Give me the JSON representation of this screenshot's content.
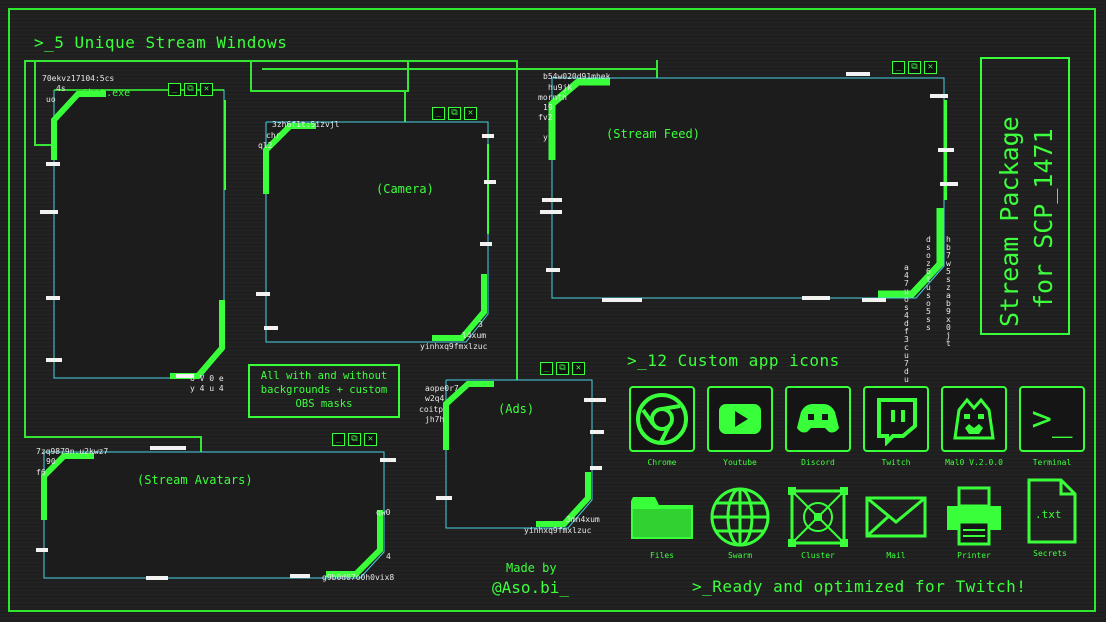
{
  "headings": {
    "windows": ">_5 Unique Stream Windows",
    "icons": ">_12 Custom app icons",
    "ready": ">_Ready and optimized for Twitch!"
  },
  "title": {
    "line1": "Stream Package",
    "line2": "for SCP_1471"
  },
  "credits": {
    "made_by": "Made by",
    "handle": "@Aso.bi_"
  },
  "info_box": {
    "line1": "All with and without",
    "line2": "backgrounds + custom",
    "line3": "OBS masks"
  },
  "windows": {
    "chat": {
      "title": "Chat.exe"
    },
    "camera": {
      "label": "(Camera)"
    },
    "feed": {
      "label": "(Stream Feed)"
    },
    "avatars": {
      "label": "(Stream Avatars)"
    },
    "ads": {
      "label": "(Ads)"
    },
    "buttons": {
      "minimize": "_",
      "restore": "⧉",
      "close": "✕"
    }
  },
  "noise": {
    "chat_top": "70ekvz17104:5cs",
    "chat_top2": "4s",
    "chat_top3": "uo",
    "camera_top": "3zh6f1t:5izvjl",
    "camera_l1": "chr",
    "camera_l2": "ql2",
    "camera_bot1": "3",
    "camera_bot2": "l4xum",
    "camera_bot3": "yinhxq9fmxlzuc",
    "feed_top": "b54w020d91mhek",
    "feed_l1": "hu9jk",
    "feed_l2": "mornth",
    "feed_l3": "19",
    "feed_l4": "fv2",
    "feed_l5": "y",
    "ads_top": "aope0r7",
    "ads_l1": "w2q4",
    "ads_l2": "coitp",
    "ads_l3": "jh7h",
    "ads_bot1": "3mn4xum",
    "ads_bot2": "yinhxq9fmxlzuc",
    "avatars_top": "7zq9879n.u2kwz7",
    "avatars_l1": "90",
    "avatars_l2": "f6",
    "avatars_r1": "qw0",
    "avatars_r2": "4",
    "avatars_bot": "g9b0d07o0h0vix8",
    "chat_bot": "6 V 0 e",
    "chat_bot2": "y 4 u 4",
    "feed_vert1": "a47uos4df3cu7du",
    "feed_vert2": "dsoz6tuso5ss",
    "feed_vert3": "hb7w5szab9x0jt"
  },
  "icons": [
    {
      "name": "Chrome",
      "icon": "chrome-icon"
    },
    {
      "name": "Youtube",
      "icon": "youtube-icon"
    },
    {
      "name": "Discord",
      "icon": "discord-icon"
    },
    {
      "name": "Twitch",
      "icon": "twitch-icon"
    },
    {
      "name": "Mal0 V.2.0.0",
      "icon": "mal0-icon"
    },
    {
      "name": "Terminal",
      "icon": "terminal-icon"
    },
    {
      "name": "Files",
      "icon": "folder-icon"
    },
    {
      "name": "Swarm",
      "icon": "globe-icon"
    },
    {
      "name": "Cluster",
      "icon": "cluster-icon"
    },
    {
      "name": "Mail",
      "icon": "mail-icon"
    },
    {
      "name": "Printer",
      "icon": "printer-icon"
    },
    {
      "name": "Secrets",
      "icon": "txt-file-icon"
    }
  ],
  "icon_text": {
    "terminal_glyph": ">_",
    "secrets_glyph": ".txt"
  },
  "colors": {
    "accent": "#39ff3a",
    "background": "#1e1f1e",
    "frame_line": "#4ad1e6"
  }
}
